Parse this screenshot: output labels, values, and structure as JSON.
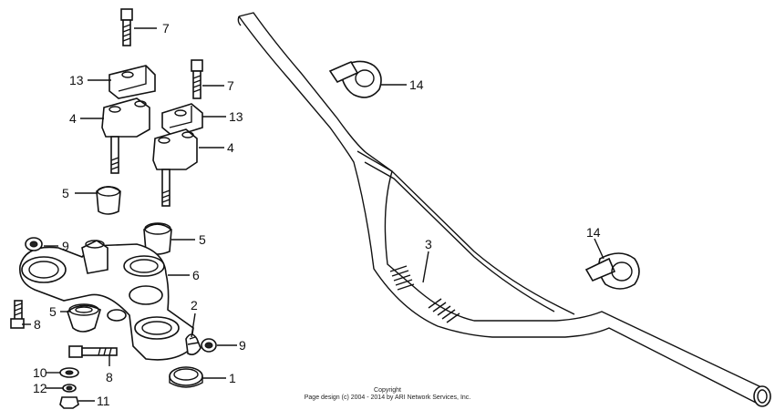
{
  "callouts": {
    "c1": "1",
    "c2": "2",
    "c3": "3",
    "c4a": "4",
    "c4b": "4",
    "c5a": "5",
    "c5b": "5",
    "c5c": "5",
    "c6": "6",
    "c7a": "7",
    "c7b": "7",
    "c8a": "8",
    "c8b": "8",
    "c9a": "9",
    "c9b": "9",
    "c10": "10",
    "c11": "11",
    "c12": "12",
    "c13a": "13",
    "c13b": "13",
    "c14a": "14",
    "c14b": "14"
  },
  "copyright": {
    "line1": "Copyright",
    "line2": "Page design (c) 2004 - 2014 by ARI Network Services, Inc."
  }
}
